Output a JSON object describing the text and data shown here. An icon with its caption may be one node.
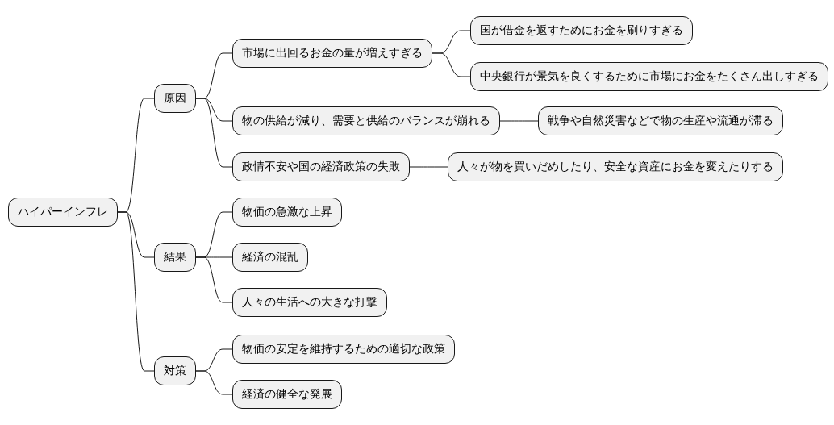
{
  "diagram": {
    "nodes": [
      {
        "text": [
          "ハイパーインフレ"
        ]
      },
      {
        "text": [
          "原因"
        ]
      },
      {
        "text": [
          "市場に出回るお金の量が増えすぎる"
        ]
      },
      {
        "text": [
          "国が借金を返すためにお金を刷りすぎる"
        ]
      },
      {
        "text": [
          "中央銀行が景気を良くするために市場にお金をたくさん出しすぎる"
        ]
      },
      {
        "text": [
          "物の供給が減り、需要と供給のバランスが崩れる"
        ]
      },
      {
        "text": [
          "戦争や自然災害などで物の生産や流通が滞る"
        ]
      },
      {
        "text": [
          "政情不安や国の経済政策の失敗"
        ]
      },
      {
        "text": [
          "人々が物を買いだめしたり、安全な資産にお金を変えたりする"
        ]
      },
      {
        "text": [
          "結果"
        ]
      },
      {
        "text": [
          "物価の急激な上昇"
        ]
      },
      {
        "text": [
          "経済の混乱"
        ]
      },
      {
        "text": [
          "人々の生活への大きな打撃"
        ]
      },
      {
        "text": [
          "対策"
        ]
      },
      {
        "text": [
          "物価の安定を維持するための適切な政策"
        ]
      },
      {
        "text": [
          "経済の健全な発展"
        ]
      }
    ],
    "edges": [
      {
        "from": 0,
        "to": 1,
        "arrow": "none"
      },
      {
        "from": 1,
        "to": 2,
        "arrow": "none"
      },
      {
        "from": 2,
        "to": 3,
        "arrow": "none"
      },
      {
        "from": 2,
        "to": 4,
        "arrow": "none"
      },
      {
        "from": 1,
        "to": 5,
        "arrow": "none"
      },
      {
        "from": 5,
        "to": 6,
        "arrow": "none"
      },
      {
        "from": 1,
        "to": 7,
        "arrow": "none"
      },
      {
        "from": 7,
        "to": 8,
        "arrow": "none"
      },
      {
        "from": 0,
        "to": 9,
        "arrow": "none"
      },
      {
        "from": 9,
        "to": 10,
        "arrow": "none"
      },
      {
        "from": 9,
        "to": 11,
        "arrow": "none"
      },
      {
        "from": 9,
        "to": 12,
        "arrow": "none"
      },
      {
        "from": 0,
        "to": 13,
        "arrow": "none"
      },
      {
        "from": 13,
        "to": 14,
        "arrow": "none"
      },
      {
        "from": 13,
        "to": 15,
        "arrow": "none"
      }
    ]
  }
}
